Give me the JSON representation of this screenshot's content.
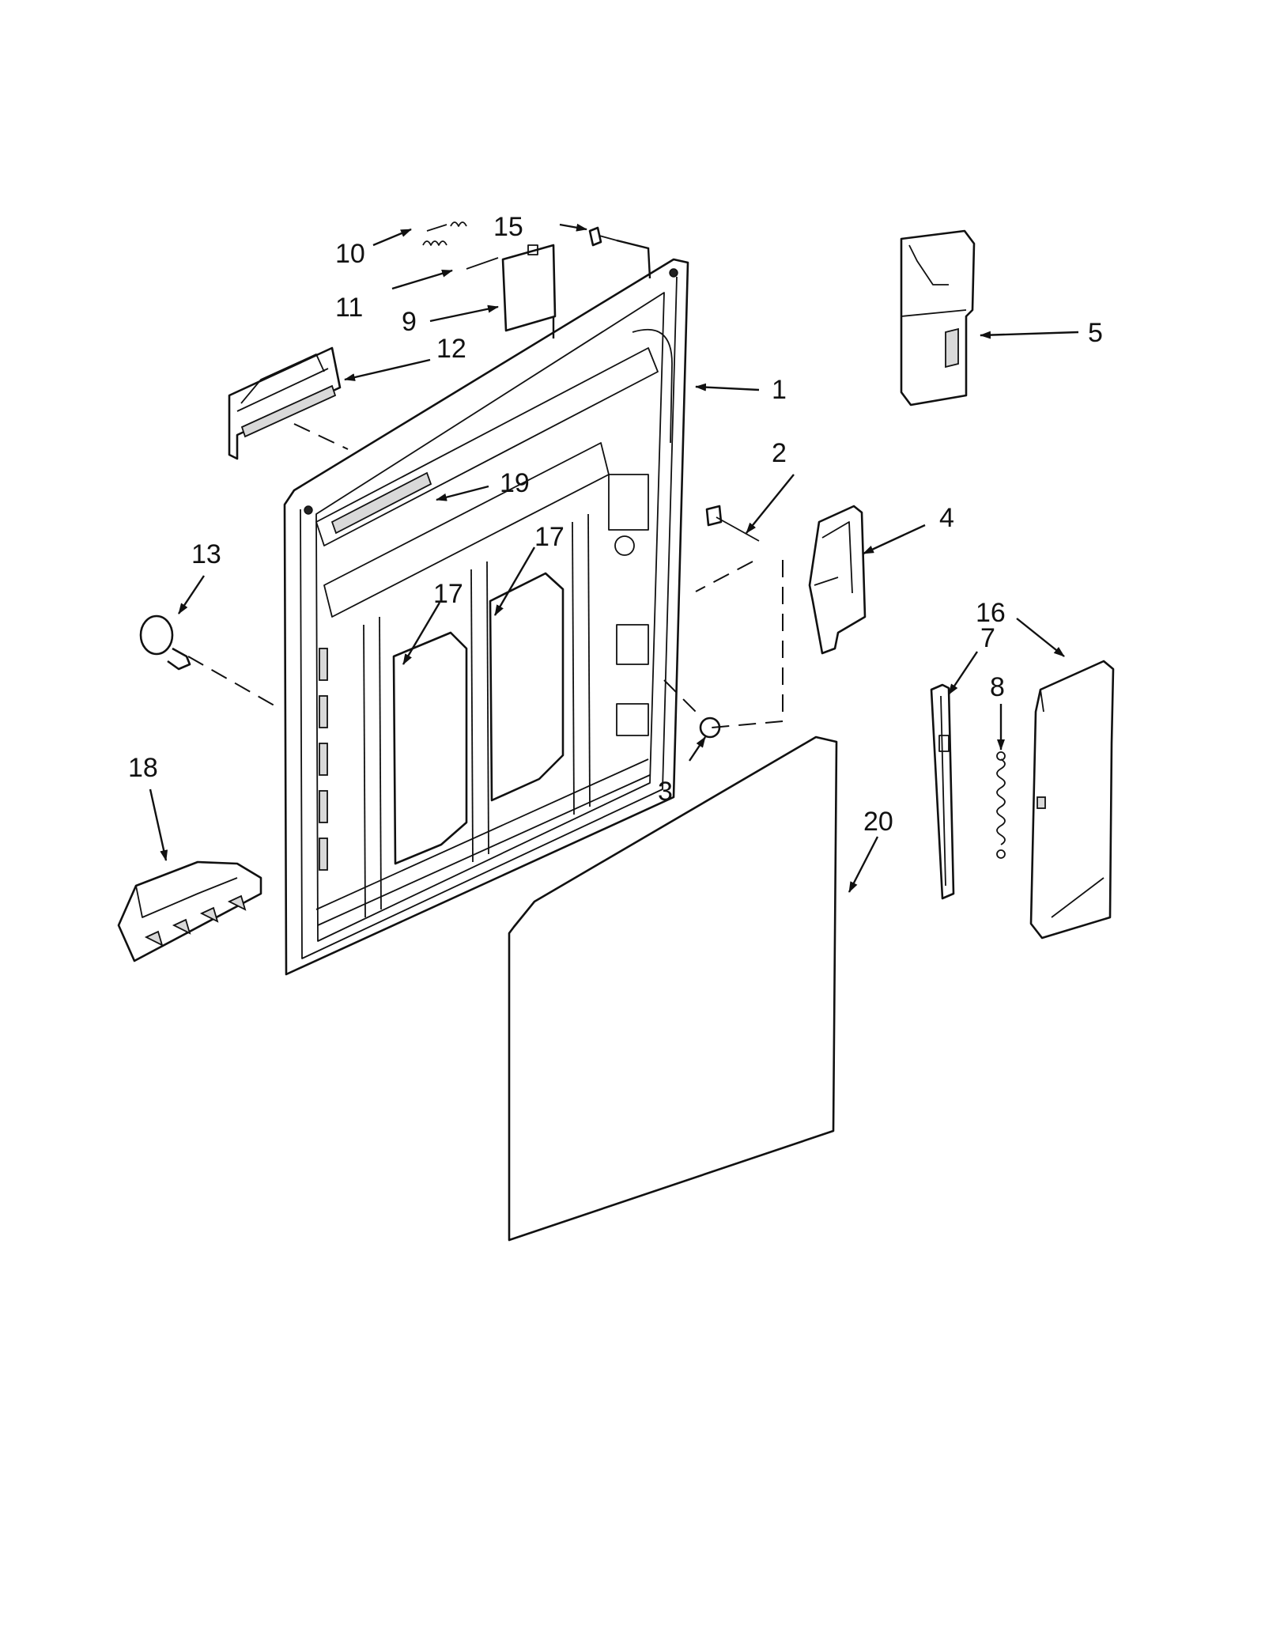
{
  "colors": {
    "ink": "#111111",
    "paper": "#ffffff",
    "shade": "#d9d9d9"
  },
  "callouts": {
    "c1": "1",
    "c2": "2",
    "c3": "3",
    "c4": "4",
    "c5": "5",
    "c7": "7",
    "c8": "8",
    "c9": "9",
    "c10": "10",
    "c11": "11",
    "c12": "12",
    "c13": "13",
    "c15": "15",
    "c16": "16",
    "c17a": "17",
    "c17b": "17",
    "c18": "18",
    "c19": "19",
    "c20": "20"
  }
}
